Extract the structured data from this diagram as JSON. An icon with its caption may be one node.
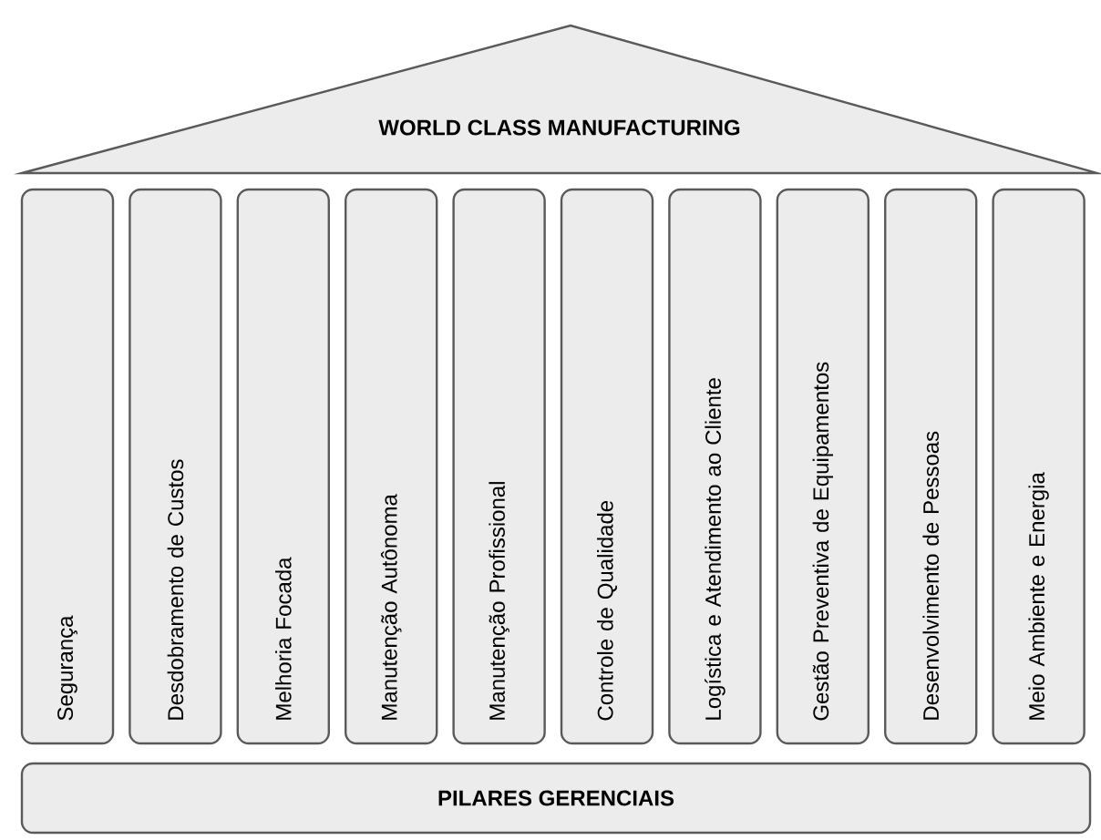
{
  "diagram": {
    "nodes": [
      {
        "text": [
          "WORLD CLASS MANUFACTURING"
        ]
      },
      {
        "text": [
          "Segurança"
        ]
      },
      {
        "text": [
          "Desdobramento de Custos"
        ]
      },
      {
        "text": [
          "Melhoria Focada"
        ]
      },
      {
        "text": [
          "Manutenção Autônoma"
        ]
      },
      {
        "text": [
          "Manutenção Profissional"
        ]
      },
      {
        "text": [
          "Controle de Qualidade"
        ]
      },
      {
        "text": [
          "Logística e Atendimento ao Cliente"
        ]
      },
      {
        "text": [
          "Gestão Preventiva de Equipamentos"
        ]
      },
      {
        "text": [
          "Desenvolvimento de Pessoas"
        ]
      },
      {
        "text": [
          "Meio Ambiente e Energia"
        ]
      },
      {
        "text": [
          "PILARES GERENCIAIS"
        ]
      }
    ]
  }
}
